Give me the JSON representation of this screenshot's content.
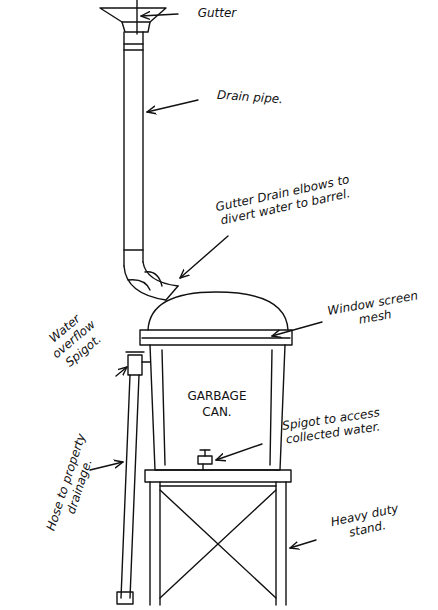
{
  "diagram": {
    "nodes": [
      {
        "text": [
          "GARBAGE CAN."
        ]
      }
    ],
    "labels": [
      "Gutter",
      "Drain pipe.",
      "Gutter Drain elbows to divert water to barrel.",
      "Window screen mesh",
      "Water overflow Spigot.",
      "Spigot to access collected water.",
      "Hose to property drainage.",
      "Heavy duty stand."
    ]
  }
}
